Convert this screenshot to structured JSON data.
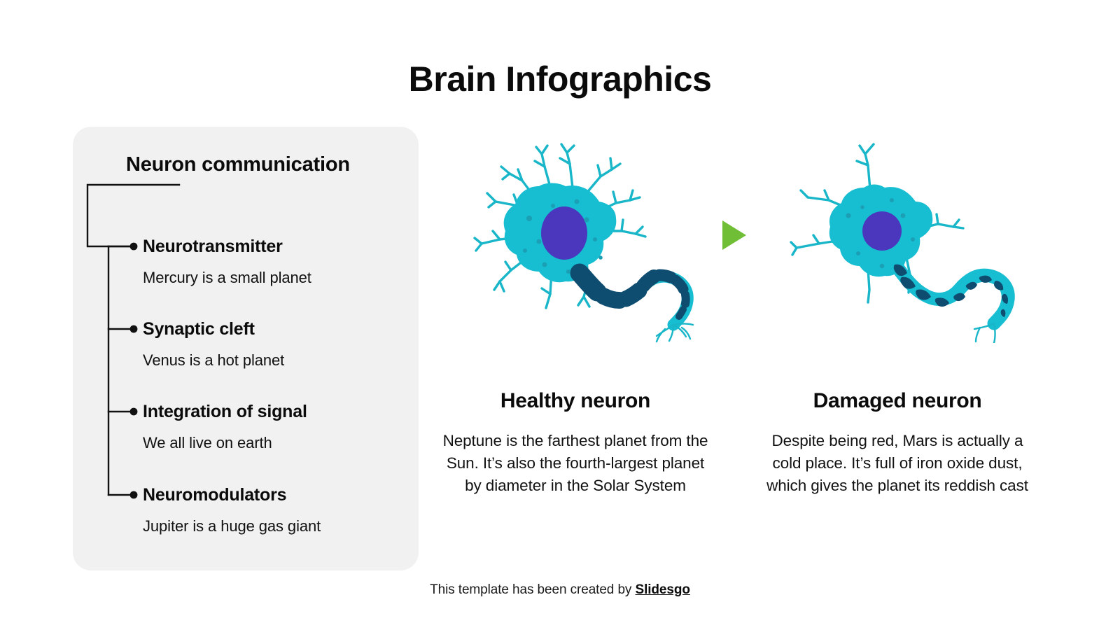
{
  "page": {
    "title": "Brain Infographics",
    "background_color": "#ffffff",
    "text_color": "#0d0d0d"
  },
  "tree_card": {
    "background_color": "#f1f1f1",
    "heading": "Neuron communication",
    "items": [
      {
        "title": "Neurotransmitter",
        "desc": "Mercury is a small planet"
      },
      {
        "title": "Synaptic cleft",
        "desc": "Venus is a hot planet"
      },
      {
        "title": "Integration of signal",
        "desc": "We all live on earth"
      },
      {
        "title": "Neuromodulators",
        "desc": "Jupiter is a huge gas giant"
      }
    ],
    "connector_color": "#111111"
  },
  "comparison": {
    "arrow": {
      "icon": "play-triangle-right-icon",
      "color": "#70be35"
    },
    "columns": [
      {
        "id": "healthy",
        "illustration": "healthy-neuron-illustration",
        "heading": "Healthy neuron",
        "body": "Neptune is the farthest planet from the Sun. It’s also the fourth-largest planet by diameter in the Solar System"
      },
      {
        "id": "damaged",
        "illustration": "damaged-neuron-illustration",
        "heading": "Damaged neuron",
        "body": "Despite being red, Mars is actually a cold place. It’s full of iron oxide dust, which gives the planet its reddish cast"
      }
    ]
  },
  "neuron_colors": {
    "soma": "#17bdd0",
    "soma_speck": "#1a9fb5",
    "nucleus": "#4a37bd",
    "dendrite": "#18b6c8",
    "myelin": "#0e4d70",
    "axon": "#17bdd0"
  },
  "footer": {
    "prefix": "This template has been created by ",
    "brand": "Slidesgo"
  }
}
